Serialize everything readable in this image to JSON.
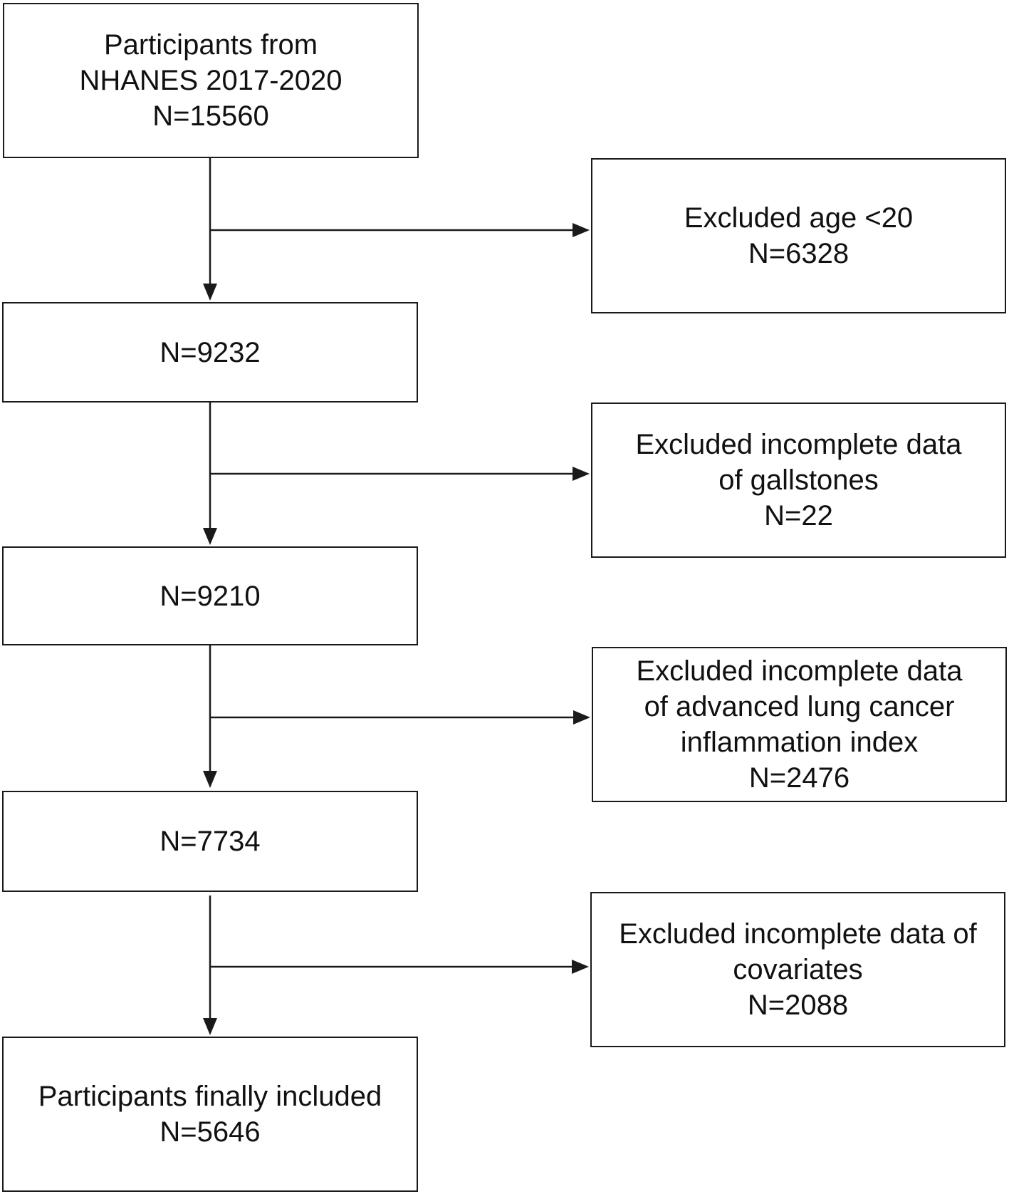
{
  "main_steps": [
    {
      "lines": [
        "Participants from",
        "NHANES 2017-2020",
        "N=15560"
      ]
    },
    {
      "lines": [
        "N=9232"
      ]
    },
    {
      "lines": [
        "N=9210"
      ]
    },
    {
      "lines": [
        "N=7734"
      ]
    },
    {
      "lines": [
        "Participants finally included",
        "N=5646"
      ]
    }
  ],
  "exclusions": [
    {
      "lines": [
        "Excluded age <20",
        "N=6328"
      ]
    },
    {
      "lines": [
        "Excluded incomplete data",
        "of gallstones",
        "N=22"
      ]
    },
    {
      "lines": [
        "Excluded incomplete data",
        "of advanced lung cancer",
        "inflammation index",
        "N=2476"
      ]
    },
    {
      "lines": [
        "Excluded incomplete data of",
        "covariates",
        "N=2088"
      ]
    }
  ],
  "colors": {
    "stroke": "#1a1a1a",
    "background": "#ffffff",
    "text": "#111111"
  }
}
